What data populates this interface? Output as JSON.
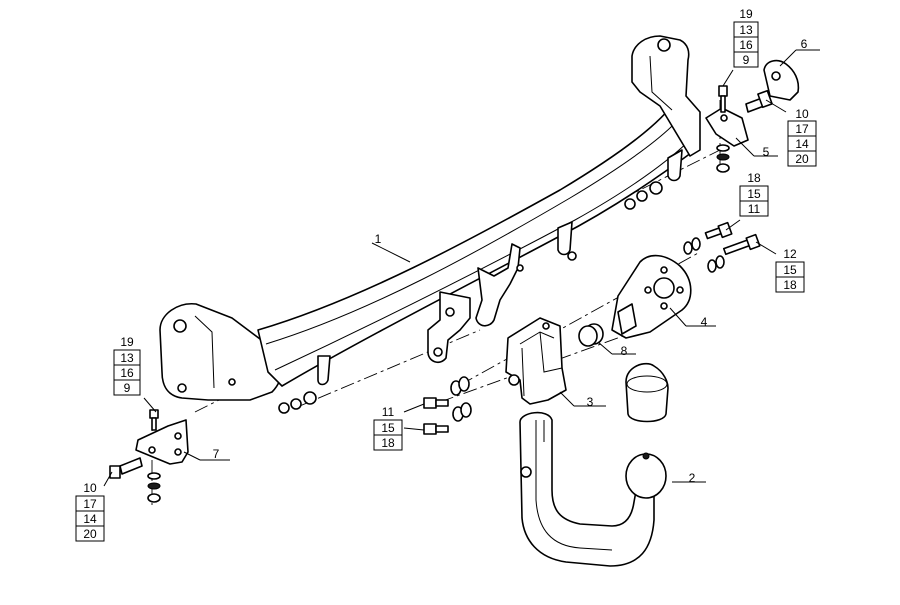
{
  "labels": {
    "l1": "1",
    "l2": "2",
    "l3": "3",
    "l4": "4",
    "l5": "5",
    "l6": "6",
    "l7": "7",
    "l8": "8"
  },
  "stack_tr": [
    "19",
    "13",
    "16",
    "9"
  ],
  "stack_r10": [
    "10",
    "17",
    "14",
    "20"
  ],
  "stack_r18": [
    "18",
    "15",
    "11"
  ],
  "stack_r12": [
    "12",
    "15",
    "18"
  ],
  "stack_l19": [
    "19",
    "13",
    "16",
    "9"
  ],
  "stack_l10": [
    "10",
    "17",
    "14",
    "20"
  ],
  "stack_c11": [
    "11",
    "15",
    "18"
  ]
}
